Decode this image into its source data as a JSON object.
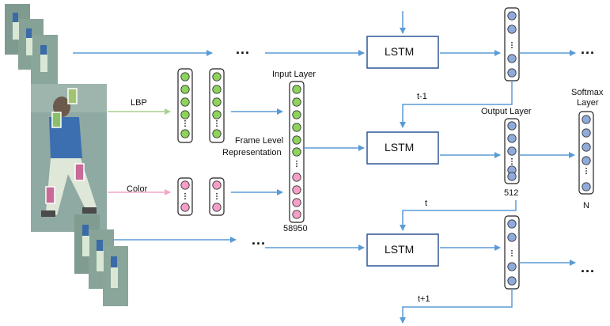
{
  "labels": {
    "input_layer": "Input Layer",
    "frame_level": "Frame Level",
    "representation": "Representation",
    "lbp": "LBP",
    "color": "Color",
    "input_dim": "58950",
    "output_layer": "Output Layer",
    "output_dim": "512",
    "softmax": "Softmax",
    "softmax_layer": "Layer",
    "softmax_dim": "N",
    "t_minus_1": "t-1",
    "t": "t",
    "t_plus_1": "t+1"
  },
  "lstm_blocks": [
    "LSTM",
    "LSTM",
    "LSTM"
  ],
  "ellipsis": "...",
  "colors": {
    "arrow": "#5b9bd5",
    "lbp_arrow": "#a9d18e",
    "color_arrow": "#f4a6c8",
    "green_node": "#8dd45a",
    "pink_node": "#f59fc8",
    "gray_node": "#8faadc",
    "lstm_border": "#2f5597"
  }
}
